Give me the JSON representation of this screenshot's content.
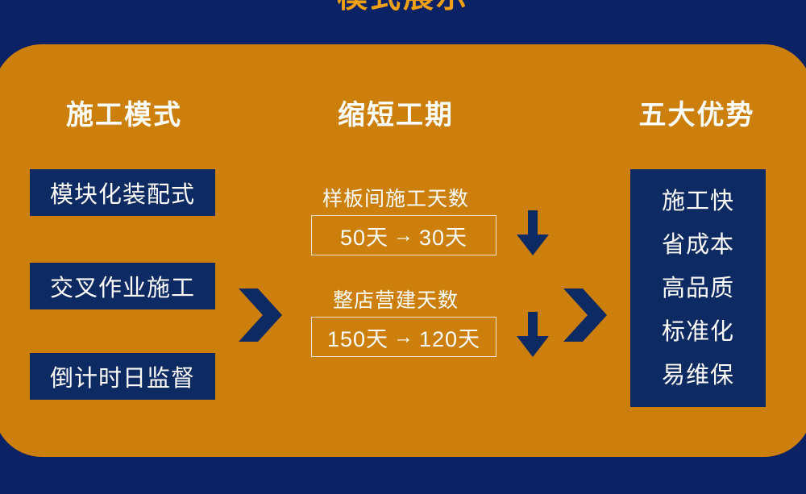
{
  "colors": {
    "background_navy": "#0b2265",
    "panel_orange": "#cc7f0a",
    "box_navy": "#0e2a63",
    "title_orange": "#f0a010",
    "text_white": "#ffffff",
    "box_outline": "#f6e5c8"
  },
  "title": "模式展示",
  "columns": {
    "left": {
      "heading": "施工模式",
      "items": [
        "模块化装配式",
        "交叉作业施工",
        "倒计时日监督"
      ]
    },
    "middle": {
      "heading": "缩短工期",
      "rows": [
        {
          "label": "样板间施工天数",
          "from": "50天",
          "separator": "→",
          "to": "30天",
          "trend_icon": "down-arrow-icon"
        },
        {
          "label": "整店营建天数",
          "from": "150天",
          "separator": "→",
          "to": "120天",
          "trend_icon": "down-arrow-icon"
        }
      ]
    },
    "right": {
      "heading": "五大优势",
      "items": [
        "施工快",
        "省成本",
        "高品质",
        "标准化",
        "易维保"
      ]
    }
  },
  "connectors": [
    {
      "icon": "chevron-right-icon"
    },
    {
      "icon": "chevron-right-icon"
    }
  ]
}
